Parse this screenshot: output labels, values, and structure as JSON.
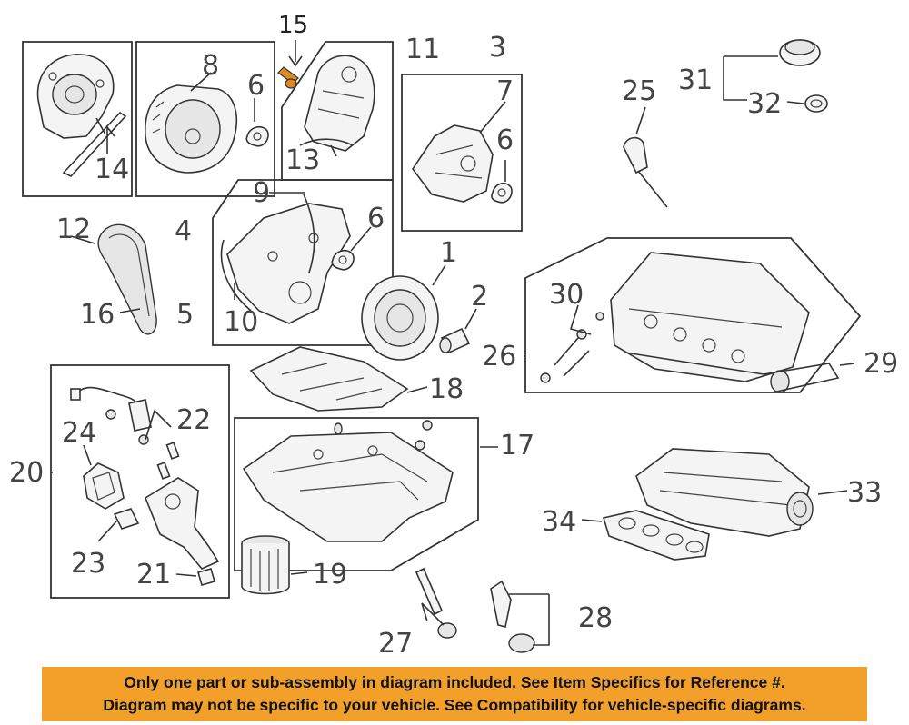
{
  "callouts": {
    "n1": "1",
    "n2": "2",
    "n3": "3",
    "n4": "4",
    "n5": "5",
    "n6a": "6",
    "n6b": "6",
    "n6c": "6",
    "n7": "7",
    "n8": "8",
    "n9": "9",
    "n10": "10",
    "n11": "11",
    "n12": "12",
    "n13": "13",
    "n14": "14",
    "n15": "15",
    "n16": "16",
    "n17": "17",
    "n18": "18",
    "n19": "19",
    "n20": "20",
    "n21": "21",
    "n22": "22",
    "n23": "23",
    "n24": "24",
    "n25": "25",
    "n26": "26",
    "n27": "27",
    "n28": "28",
    "n29": "29",
    "n30": "30",
    "n31": "31",
    "n32": "32",
    "n33": "33",
    "n34": "34"
  },
  "highlight_part": {
    "callout": "15",
    "color": "#e08a1e"
  },
  "disclaimer": {
    "line1": "Only one part or sub-assembly in diagram included. See Item Specifics for Reference #.",
    "line2": "Diagram may not be specific to your vehicle. See Compatibility for vehicle-specific diagrams.",
    "background": "#f2a02a"
  }
}
